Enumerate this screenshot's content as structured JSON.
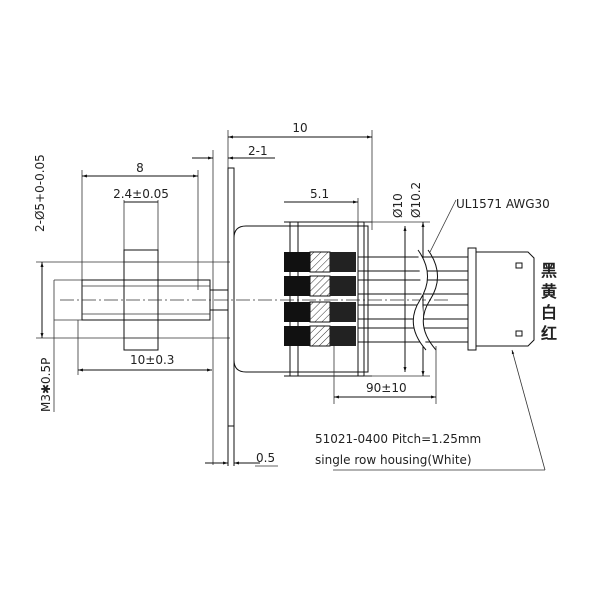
{
  "dimensions": {
    "overall_length": "10",
    "flange_offset": "2-1",
    "screw_length": "8",
    "nut_width": "2.4±0.05",
    "diameter_callout": "2-Ø5+0-0.05",
    "thread": "M3✱0.5P",
    "shaft_length": "10±0.3",
    "coil_length": "5.1",
    "body_diameter": "Ø10",
    "body_diameter_max": "Ø10.2",
    "lead_length": "90±10",
    "flange_thickness": "0.5"
  },
  "wire_spec": "UL1571  AWG30",
  "wire_colors": [
    "黑",
    "黄",
    "白",
    "红"
  ],
  "connector": {
    "line1": "51021-0400 Pitch=1.25mm",
    "line2": "single row housing(White)"
  }
}
